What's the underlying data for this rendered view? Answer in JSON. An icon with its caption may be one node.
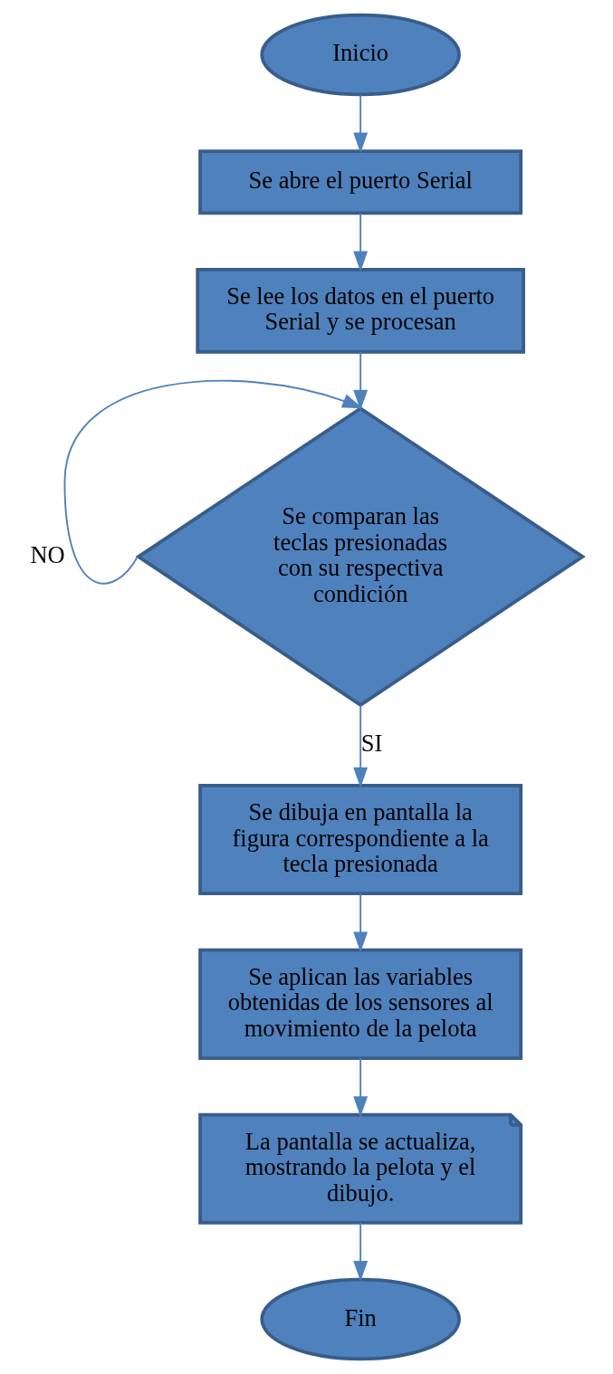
{
  "diagram": {
    "nodes": [
      {
        "text": [
          "Inicio"
        ]
      },
      {
        "text": [
          "Se abre el puerto Serial"
        ]
      },
      {
        "text": [
          "Se lee los datos en el puerto Serial y se procesan"
        ]
      },
      {
        "text": [
          "Se comparan las teclas presionadas con su respectiva condición"
        ]
      },
      {
        "text": [
          "Se dibuja en pantalla la figura correspondiente a la tecla presionada"
        ]
      },
      {
        "text": [
          "Se aplican las variables obtenidas de los sensores al movimiento de la pelota"
        ]
      },
      {
        "text": [
          "La pantalla se actualiza, mostrando la pelota y el dibujo."
        ]
      },
      {
        "text": [
          "Fin"
        ]
      }
    ],
    "edges": [
      {
        "from": 0,
        "to": 1,
        "arrow": "to"
      },
      {
        "from": 1,
        "to": 2,
        "arrow": "to"
      },
      {
        "from": 2,
        "to": 3,
        "arrow": "to"
      },
      {
        "from": 3,
        "to": 3,
        "arrow": "to",
        "label": "NO"
      },
      {
        "from": 3,
        "to": 4,
        "arrow": "to",
        "label": "SI"
      },
      {
        "from": 4,
        "to": 5,
        "arrow": "to"
      },
      {
        "from": 5,
        "to": 6,
        "arrow": "to"
      },
      {
        "from": 6,
        "to": 7,
        "arrow": "to"
      }
    ]
  }
}
